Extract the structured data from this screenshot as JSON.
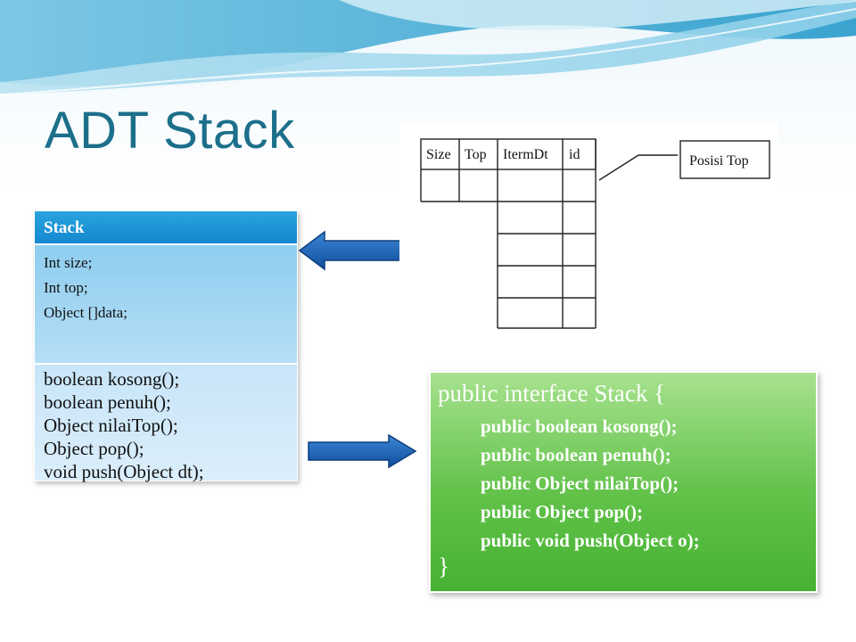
{
  "slide": {
    "title": "ADT Stack"
  },
  "uml": {
    "class_name": "Stack",
    "attributes": [
      "Int size;",
      "Int top;",
      "Object []data;"
    ],
    "methods": [
      "boolean kosong();",
      "boolean penuh();",
      "Object nilaiTop();",
      "Object pop();",
      "void push(Object dt);"
    ]
  },
  "table_diagram": {
    "headers": [
      "Size",
      "Top",
      "ItermDt",
      "id"
    ],
    "callout": "Posisi Top"
  },
  "interface_code": {
    "open_line": "public interface Stack {",
    "members": [
      "public boolean kosong();",
      "public boolean penuh();",
      "public Object nilaiTop();",
      "public Object pop();",
      "public void push(Object o);"
    ],
    "close_line": "}"
  },
  "colors": {
    "title": "#1c6f8a",
    "uml_header": "#1488cf",
    "arrow": "#1a5fb4",
    "interface_box": "#62c24a"
  }
}
